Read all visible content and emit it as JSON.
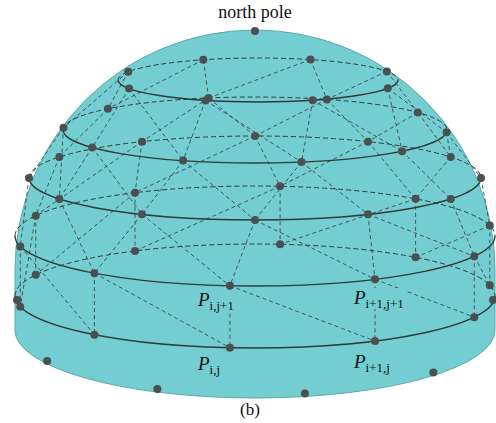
{
  "diagram": {
    "labels": [
      "north pole",
      "Pi,j+1",
      "Pi+1,j+1",
      "Pi,j",
      "Pi+1,j",
      "(b)"
    ]
  }
}
